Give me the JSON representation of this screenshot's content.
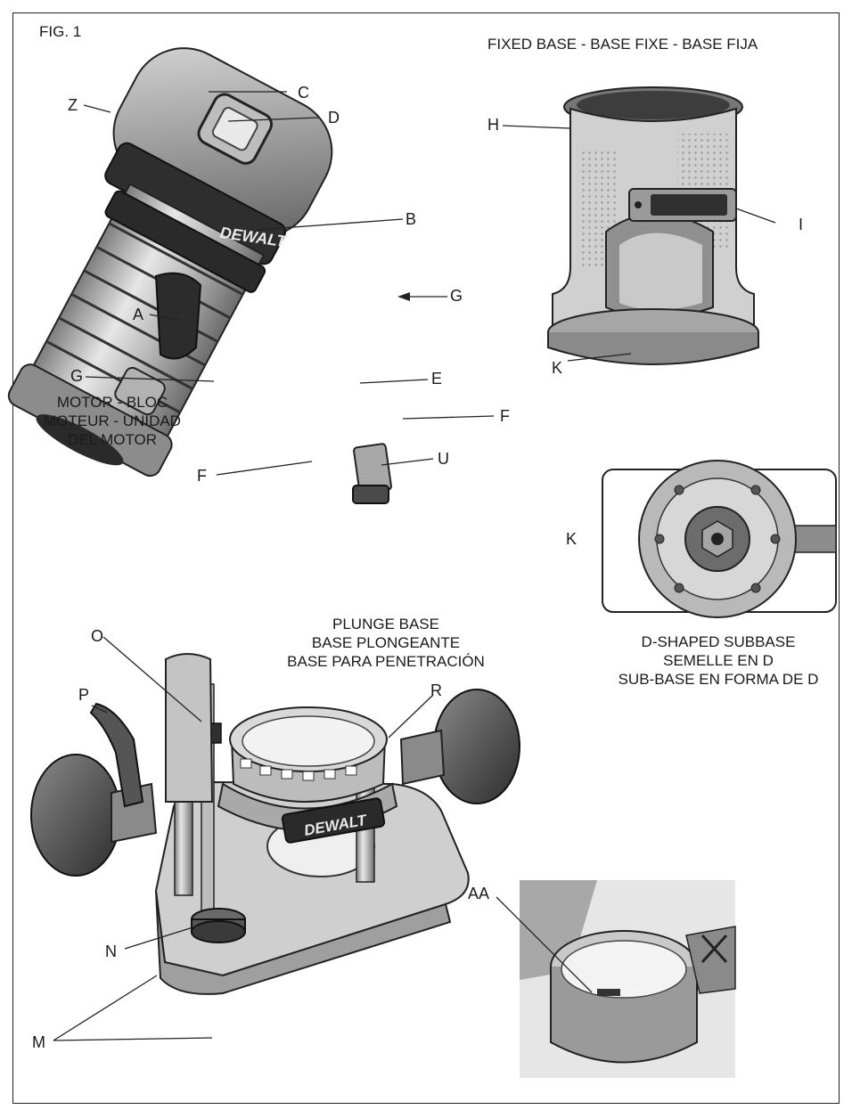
{
  "figure_label": "FIG. 1",
  "titles": {
    "fixed_base": "FIXED BASE - BASE FIXE - BASE FIJA",
    "motor": [
      "MOTOR - BLOC",
      "MOTEUR - UNIDAD",
      "DEL MOTOR"
    ],
    "plunge_base": [
      "PLUNGE BASE",
      "BASE PLONGEANTE",
      "BASE PARA PENETRACIÓN"
    ],
    "subbase": [
      "D-SHAPED SUBBASE",
      "SEMELLE EN D",
      "SUB-BASE EN FORMA DE D"
    ]
  },
  "brand": "DEWALT",
  "callouts": {
    "z": "Z",
    "c": "C",
    "d": "D",
    "b": "B",
    "g1": "G",
    "a": "A",
    "g2": "G",
    "e": "E",
    "f1": "F",
    "f2": "F",
    "u": "U",
    "h": "H",
    "i": "I",
    "k1": "K",
    "k2": "K",
    "o": "O",
    "p": "P",
    "r": "R",
    "aa": "AA",
    "n": "N",
    "m": "M"
  },
  "colors": {
    "line": "#222222",
    "body_light": "#cfcfcf",
    "body_mid": "#9a9a9a",
    "body_dark": "#4a4a4a"
  }
}
